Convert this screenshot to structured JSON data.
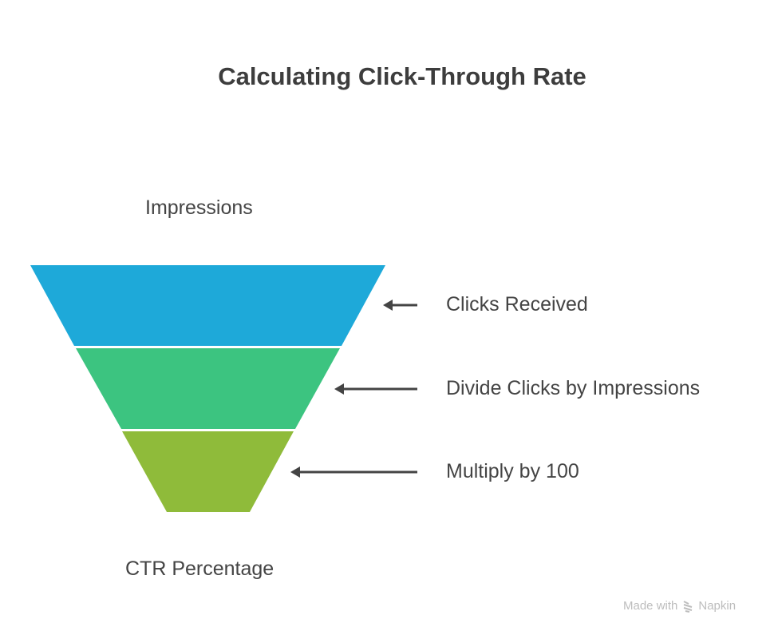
{
  "title": "Calculating Click-Through Rate",
  "top_label": "Impressions",
  "bottom_label": "CTR Percentage",
  "stages": [
    {
      "label": "Clicks Received",
      "color": "#1EA9D9"
    },
    {
      "label": "Divide Clicks by Impressions",
      "color": "#3CC480"
    },
    {
      "label": "Multiply by 100",
      "color": "#8FBB3A"
    }
  ],
  "watermark": {
    "made_with": "Made with",
    "brand": "Napkin"
  }
}
